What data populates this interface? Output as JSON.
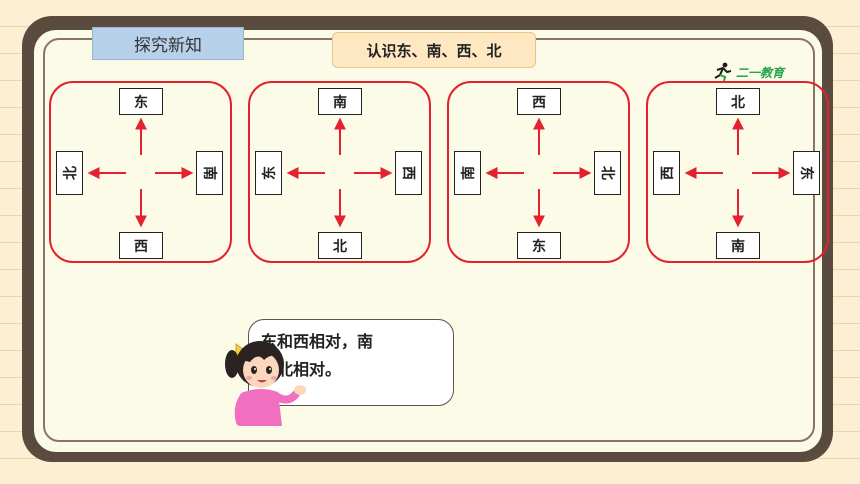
{
  "header": {
    "section_label": "探究新知",
    "topic_label": "认识东、南、西、北",
    "logo_text": "二一教育"
  },
  "diagrams": [
    {
      "top": "东",
      "right": "南",
      "bottom": "西",
      "left": "北"
    },
    {
      "top": "南",
      "right": "西",
      "bottom": "北",
      "left": "东"
    },
    {
      "top": "西",
      "right": "北",
      "bottom": "东",
      "left": "南"
    },
    {
      "top": "北",
      "right": "东",
      "bottom": "南",
      "left": "西"
    }
  ],
  "speech": {
    "line1": "东和西相对，南",
    "line2": "和北相对。"
  },
  "colors": {
    "accent_red": "#e3212f",
    "board_frame": "#5b4b3e",
    "board_fill": "#fbfbe8",
    "section_tag": "#b8d1ea",
    "topic_tag": "#fde8c2"
  }
}
